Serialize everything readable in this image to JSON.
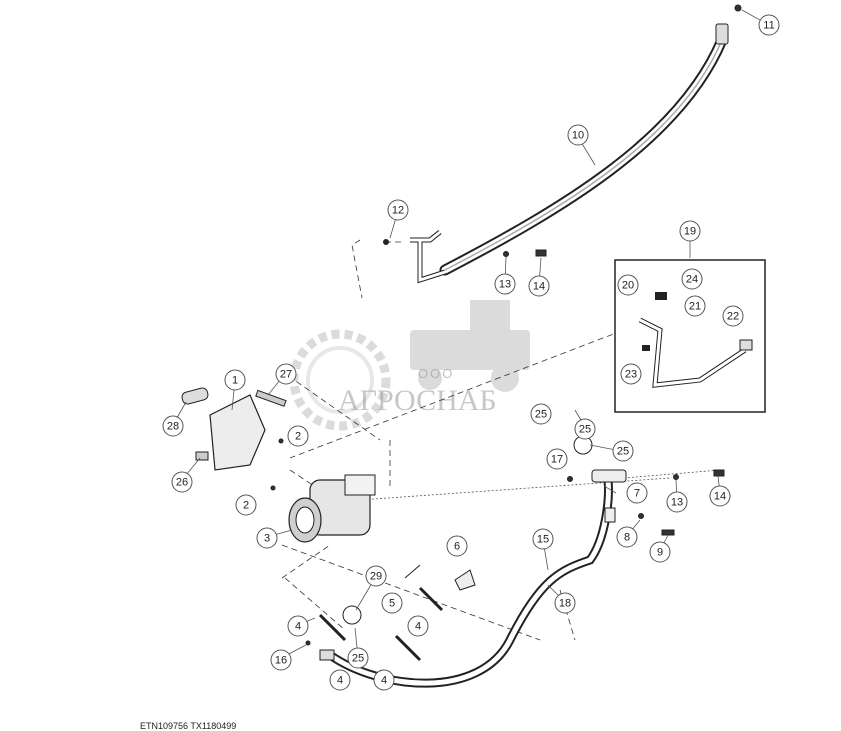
{
  "watermark": {
    "prefix": "ООО",
    "brand": "АГРОСНАБ"
  },
  "footer": {
    "codes": "ETN109756   TX1180499"
  },
  "callouts": [
    {
      "id": "c11",
      "text": "11"
    },
    {
      "id": "c10",
      "text": "10"
    },
    {
      "id": "c12",
      "text": "12"
    },
    {
      "id": "c13a",
      "text": "13"
    },
    {
      "id": "c14a",
      "text": "14"
    },
    {
      "id": "c19",
      "text": "19"
    },
    {
      "id": "c20",
      "text": "20"
    },
    {
      "id": "c24",
      "text": "24"
    },
    {
      "id": "c21",
      "text": "21"
    },
    {
      "id": "c22",
      "text": "22"
    },
    {
      "id": "c23",
      "text": "23"
    },
    {
      "id": "c27",
      "text": "27"
    },
    {
      "id": "c1",
      "text": "1"
    },
    {
      "id": "c28",
      "text": "28"
    },
    {
      "id": "c2a",
      "text": "2"
    },
    {
      "id": "c26",
      "text": "26"
    },
    {
      "id": "c2b",
      "text": "2"
    },
    {
      "id": "c3",
      "text": "3"
    },
    {
      "id": "c25a",
      "text": "25"
    },
    {
      "id": "c25b",
      "text": "25"
    },
    {
      "id": "c25c",
      "text": "25"
    },
    {
      "id": "c17",
      "text": "17"
    },
    {
      "id": "c7",
      "text": "7"
    },
    {
      "id": "c13b",
      "text": "13"
    },
    {
      "id": "c14b",
      "text": "14"
    },
    {
      "id": "c8",
      "text": "8"
    },
    {
      "id": "c9",
      "text": "9"
    },
    {
      "id": "c6",
      "text": "6"
    },
    {
      "id": "c15",
      "text": "15"
    },
    {
      "id": "c29",
      "text": "29"
    },
    {
      "id": "c5",
      "text": "5"
    },
    {
      "id": "c18",
      "text": "18"
    },
    {
      "id": "c4a",
      "text": "4"
    },
    {
      "id": "c4b",
      "text": "4"
    },
    {
      "id": "c4c",
      "text": "4"
    },
    {
      "id": "c4d",
      "text": "4"
    },
    {
      "id": "c16",
      "text": "16"
    },
    {
      "id": "c25d",
      "text": "25"
    }
  ]
}
